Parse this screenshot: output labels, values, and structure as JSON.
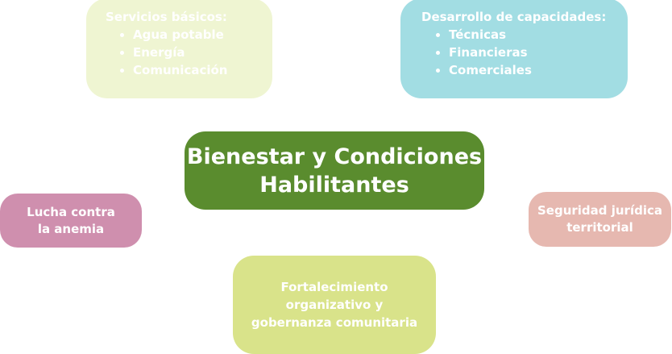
{
  "center": {
    "title_line1": "Bienestar y Condiciones",
    "title_line2": "Habilitantes",
    "color": "#5a8c2e"
  },
  "servicios": {
    "title": "Servicios básicos:",
    "items": [
      "Agua potable",
      "Energía",
      "Comunicación"
    ],
    "color": "#eff5d2"
  },
  "capacidades": {
    "title": "Desarrollo de capacidades:",
    "items": [
      "Técnicas",
      "Financieras",
      "Comerciales"
    ],
    "color": "#a2dde3"
  },
  "anemia": {
    "line1": "Lucha contra",
    "line2": "la anemia",
    "color": "#cf8fae"
  },
  "seguridad": {
    "line1": "Seguridad jurídica",
    "line2": "territorial",
    "color": "#e6b8b0"
  },
  "fortalecimiento": {
    "line1": "Fortalecimiento",
    "line2": "organizativo y",
    "line3": "gobernanza comunitaria",
    "color": "#d9e38a"
  }
}
